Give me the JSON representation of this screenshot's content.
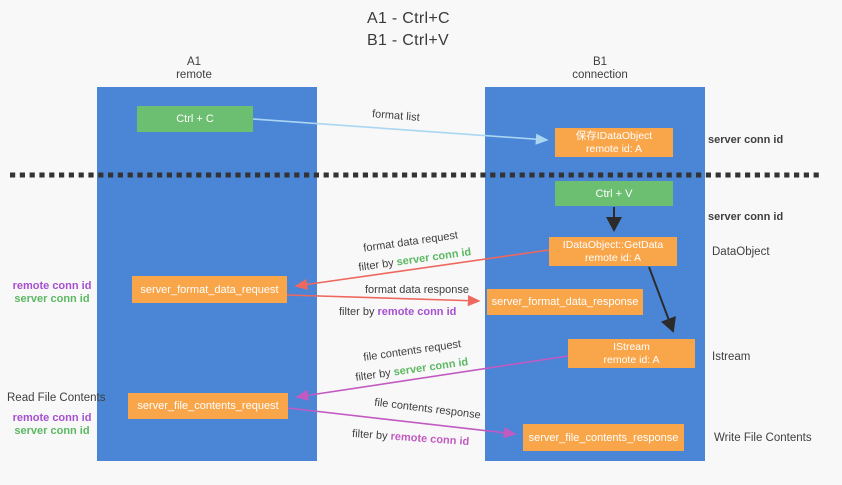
{
  "title": {
    "line1": "A1 - Ctrl+C",
    "line2": "B1 - Ctrl+V"
  },
  "lanes": {
    "left": {
      "name": "A1",
      "role": "remote"
    },
    "right": {
      "name": "B1",
      "role": "connection"
    }
  },
  "nodes": {
    "ctrl_c": "Ctrl + C",
    "ctrl_v": "Ctrl + V",
    "save_idataobject_line1": "保存IDataObject",
    "save_idataobject_line2": "remote id: A",
    "getdata_line1": "IDataObject::GetData",
    "getdata_line2": "remote id: A",
    "istream_line1": "IStream",
    "istream_line2": "remote id: A",
    "format_request": "server_format_data_request",
    "format_response": "server_format_data_response",
    "file_request": "server_file_contents_request",
    "file_response": "server_file_contents_response"
  },
  "labels": {
    "format_list": "format list",
    "filter_by": "filter by ",
    "server_conn_id": "server conn id",
    "remote_conn_id": "remote conn id",
    "format_data_request": "format data request",
    "format_data_response": "format data response",
    "file_contents_request": "file contents request",
    "file_contents_response": "file contents response",
    "read_file_contents": "Read File Contents",
    "write_file_contents": "Write File Contents",
    "dataobject": "DataObject",
    "istream": "Istream"
  },
  "colors": {
    "lane_blue": "#4a85d6",
    "green_box": "#6cbf70",
    "orange_box": "#f9a64b",
    "light_blue_arrow": "#aad6f2",
    "red_arrow": "#ee685f",
    "magenta_arrow": "#c25ac2",
    "purple_text": "#a74fd2",
    "green_text": "#5cb862",
    "dark_text": "#3d3d3d",
    "dotted_line": "#333333",
    "background": "#f8f8f8"
  }
}
